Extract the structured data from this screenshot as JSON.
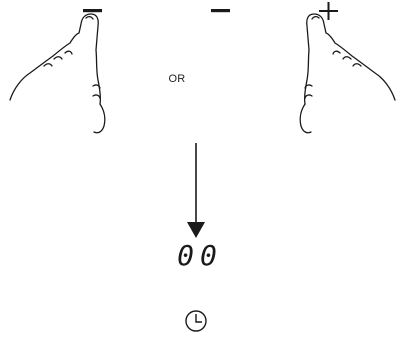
{
  "instruction": {
    "or_label": "OR",
    "display_value": "00"
  },
  "icons": {
    "minus_left": "minus-sign",
    "minus_center": "minus-sign",
    "plus_right": "plus-sign",
    "timer": "clock-icon"
  },
  "colors": {
    "line": "#1a1a1a",
    "background": "#ffffff"
  }
}
